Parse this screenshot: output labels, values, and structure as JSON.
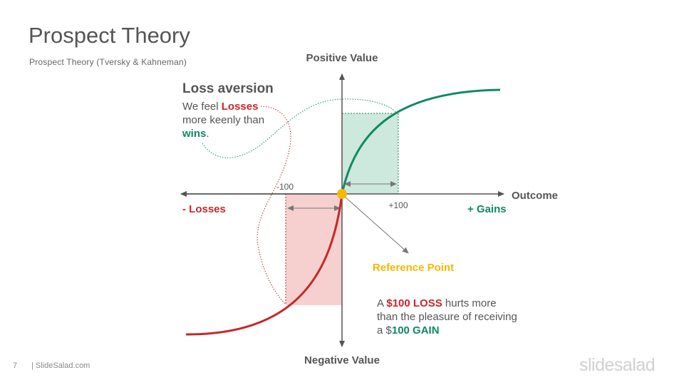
{
  "slide": {
    "title": "Prospect Theory",
    "subtitle": "Prospect  Theory (Tversky & Kahneman)",
    "page_number": "7",
    "site": "| SlideSalad.com",
    "brand": "slidesalad"
  },
  "axes": {
    "y_positive": "Positive Value",
    "y_negative": "Negative Value",
    "x_label": "Outcome",
    "losses": "- Losses",
    "gains": "+ Gains",
    "tick_neg": "-100",
    "tick_pos": "+100"
  },
  "reference_point": "Reference Point",
  "loss_aversion": {
    "title": "Loss aversion",
    "line1_pre": "We feel ",
    "line1_em": "Losses",
    "line2": "more keenly than",
    "line3_em": "wins",
    "line3_post": "."
  },
  "note": {
    "p1": "A ",
    "loss": "$100 LOSS",
    "p2": " hurts more than the pleasure of receiving a $",
    "gain": "100 GAIN"
  },
  "colors": {
    "loss": "#c62828",
    "gain": "#0f8a62",
    "reference": "#f5b800",
    "axis": "#555555"
  }
}
